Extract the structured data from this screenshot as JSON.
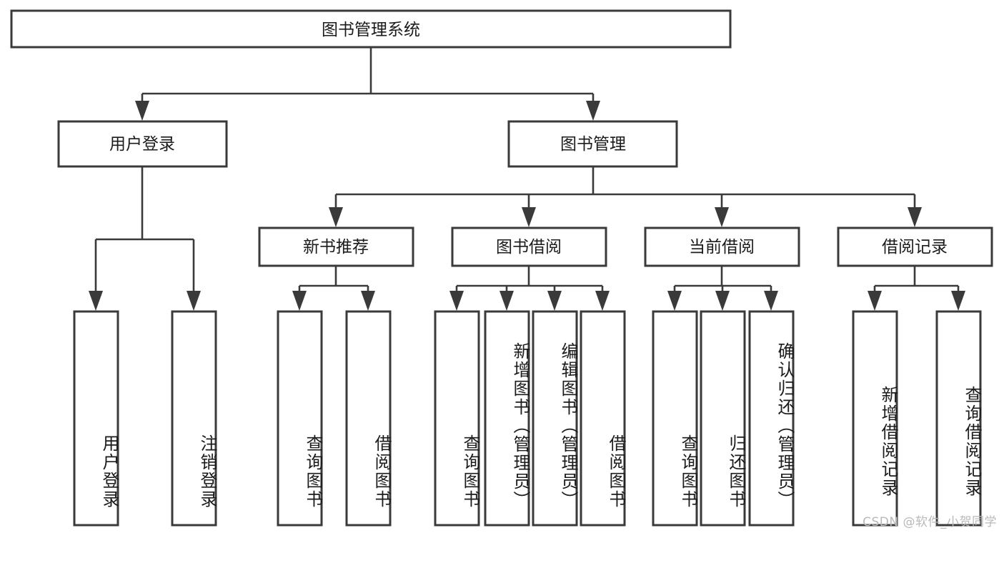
{
  "diagram": {
    "title": "图书管理系统",
    "type": "tree-hierarchy",
    "colors": {
      "box_stroke": "#3a3a3a",
      "box_fill": "#ffffff",
      "connector": "#3a3a3a",
      "text": "#1b1b1b",
      "watermark": "#b9b9b9",
      "background": "#ffffff"
    },
    "root": {
      "label": "图书管理系统"
    },
    "level2": [
      {
        "id": "user-login",
        "label": "用户登录"
      },
      {
        "id": "book-manage",
        "label": "图书管理"
      }
    ],
    "level3": [
      {
        "id": "new-book-recommend",
        "label": "新书推荐",
        "parent": "book-manage"
      },
      {
        "id": "book-borrow",
        "label": "图书借阅",
        "parent": "book-manage"
      },
      {
        "id": "current-borrow",
        "label": "当前借阅",
        "parent": "book-manage"
      },
      {
        "id": "borrow-record",
        "label": "借阅记录",
        "parent": "book-manage"
      }
    ],
    "leaves": {
      "user-login": [
        {
          "id": "leaf-user-login",
          "label": "用户登录"
        },
        {
          "id": "leaf-user-logout",
          "label": "注销登录"
        }
      ],
      "new-book-recommend": [
        {
          "id": "leaf-query-book-1",
          "label": "查询图书"
        },
        {
          "id": "leaf-borrow-book-1",
          "label": "借阅图书"
        }
      ],
      "book-borrow": [
        {
          "id": "leaf-query-book-2",
          "label": "查询图书"
        },
        {
          "id": "leaf-add-book",
          "label": "新增图书（管理员）"
        },
        {
          "id": "leaf-edit-book",
          "label": "编辑图书（管理员）"
        },
        {
          "id": "leaf-borrow-book-2",
          "label": "借阅图书"
        }
      ],
      "current-borrow": [
        {
          "id": "leaf-query-book-3",
          "label": "查询图书"
        },
        {
          "id": "leaf-return-book",
          "label": "归还图书"
        },
        {
          "id": "leaf-confirm-return",
          "label": "确认归还（管理员）"
        }
      ],
      "borrow-record": [
        {
          "id": "leaf-add-record",
          "label": "新增借阅记录"
        },
        {
          "id": "leaf-query-record",
          "label": "查询借阅记录"
        }
      ]
    }
  },
  "watermark": {
    "text": "CSDN @软件_小贺同学"
  }
}
